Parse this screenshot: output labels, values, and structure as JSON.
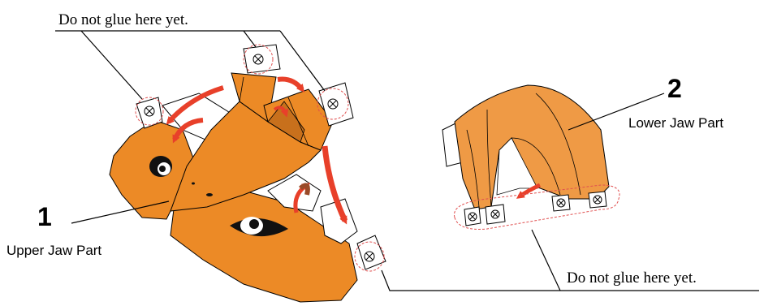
{
  "callouts": {
    "top_note": "Do not glue here yet.",
    "bottom_note": "Do not glue here yet."
  },
  "parts": [
    {
      "number": "1",
      "name": "Upper Jaw Part"
    },
    {
      "number": "2",
      "name": "Lower Jaw Part"
    }
  ],
  "colors": {
    "paper_orange": "#ec8a26",
    "paper_orange_dark": "#c8701c",
    "lower_jaw_orange": "#ef9a45",
    "arrow_red": "#e8402a",
    "arrow_brown": "#9a4a28",
    "dashed_circle": "#e05050"
  },
  "icons": [
    "glue-tab-cross-icon",
    "fold-arrow-icon",
    "eye-icon"
  ]
}
